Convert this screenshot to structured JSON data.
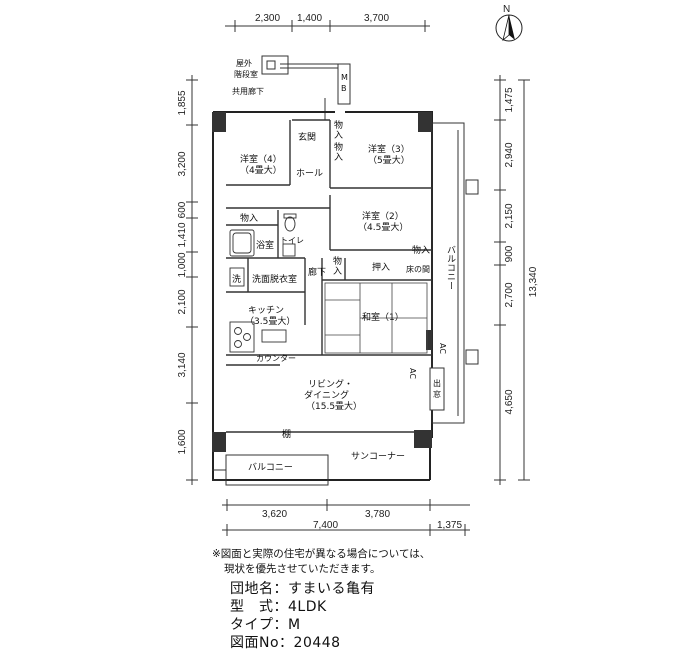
{
  "dimensions": {
    "top": [
      "2,300",
      "1,400",
      "3,700"
    ],
    "left": [
      "1,855",
      "3,200",
      "600",
      "1,410",
      "1,000",
      "2,100",
      "3,140",
      "1,600"
    ],
    "right": [
      "1,475",
      "2,940",
      "2,150",
      "900",
      "2,700",
      "4,650"
    ],
    "right_total": "13,340",
    "bottom_segments": [
      "3,620",
      "3,780"
    ],
    "bottom_total": "7,400",
    "bottom_extra": "1,375"
  },
  "compass": "N",
  "rooms": {
    "outdoor_stair": [
      "屋外",
      "階段室"
    ],
    "common_corridor": "共用廊下",
    "mb": [
      "M",
      "B"
    ],
    "entrance": "玄関",
    "storage": "物入",
    "storage_v": [
      "物",
      "入"
    ],
    "western4": [
      "洋室（4）",
      "（4畳大）"
    ],
    "western3": [
      "洋室（3）",
      "（5畳大）"
    ],
    "western2": [
      "洋室（2）",
      "（4.5畳大）"
    ],
    "hall": "ホール",
    "bath": "浴室",
    "toilet": "トイレ",
    "wash_icon": "洗",
    "washroom": "洗面脱衣室",
    "corridor": "廊下",
    "closet": "押入",
    "tokonoma": "床の間",
    "kitchen": [
      "キッチン",
      "（3.5畳大）"
    ],
    "counter": "カウンター",
    "japanese1": "和室（1）",
    "balcony_v": "バルコニー",
    "ac": "AC",
    "bay_window": [
      "出",
      "窓"
    ],
    "living": [
      "リビング・",
      "ダイニング",
      "（15.5畳大）"
    ],
    "shelf": "棚",
    "sun_corner": "サンコーナー",
    "balcony": "バルコニー"
  },
  "note": [
    "※図面と実際の住宅が異なる場合については、",
    "現状を優先させていただきます。"
  ],
  "info": {
    "estate": "団地名：すまいる亀有",
    "model": "型　式：4LDK",
    "type": "タイプ：M",
    "drawing_no": "図面No：20448"
  }
}
